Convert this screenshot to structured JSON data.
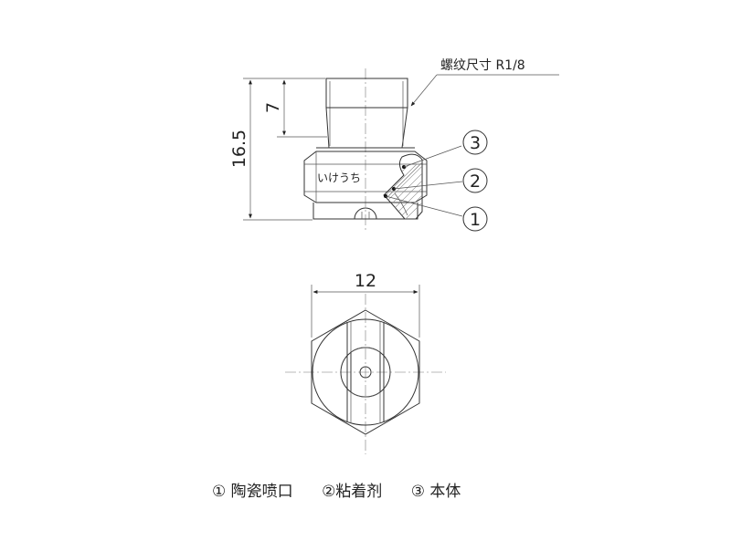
{
  "dimensions": {
    "thread_length": "7",
    "total_height": "16.5",
    "width_across_flats": "12"
  },
  "callouts": {
    "thread_size": "螺纹尺寸 R1/8",
    "brand_mark": "いけうち",
    "part_numbers": [
      "3",
      "2",
      "1"
    ]
  },
  "legend": [
    "① 陶瓷喷口",
    "②粘着剂",
    "③ 本体"
  ]
}
